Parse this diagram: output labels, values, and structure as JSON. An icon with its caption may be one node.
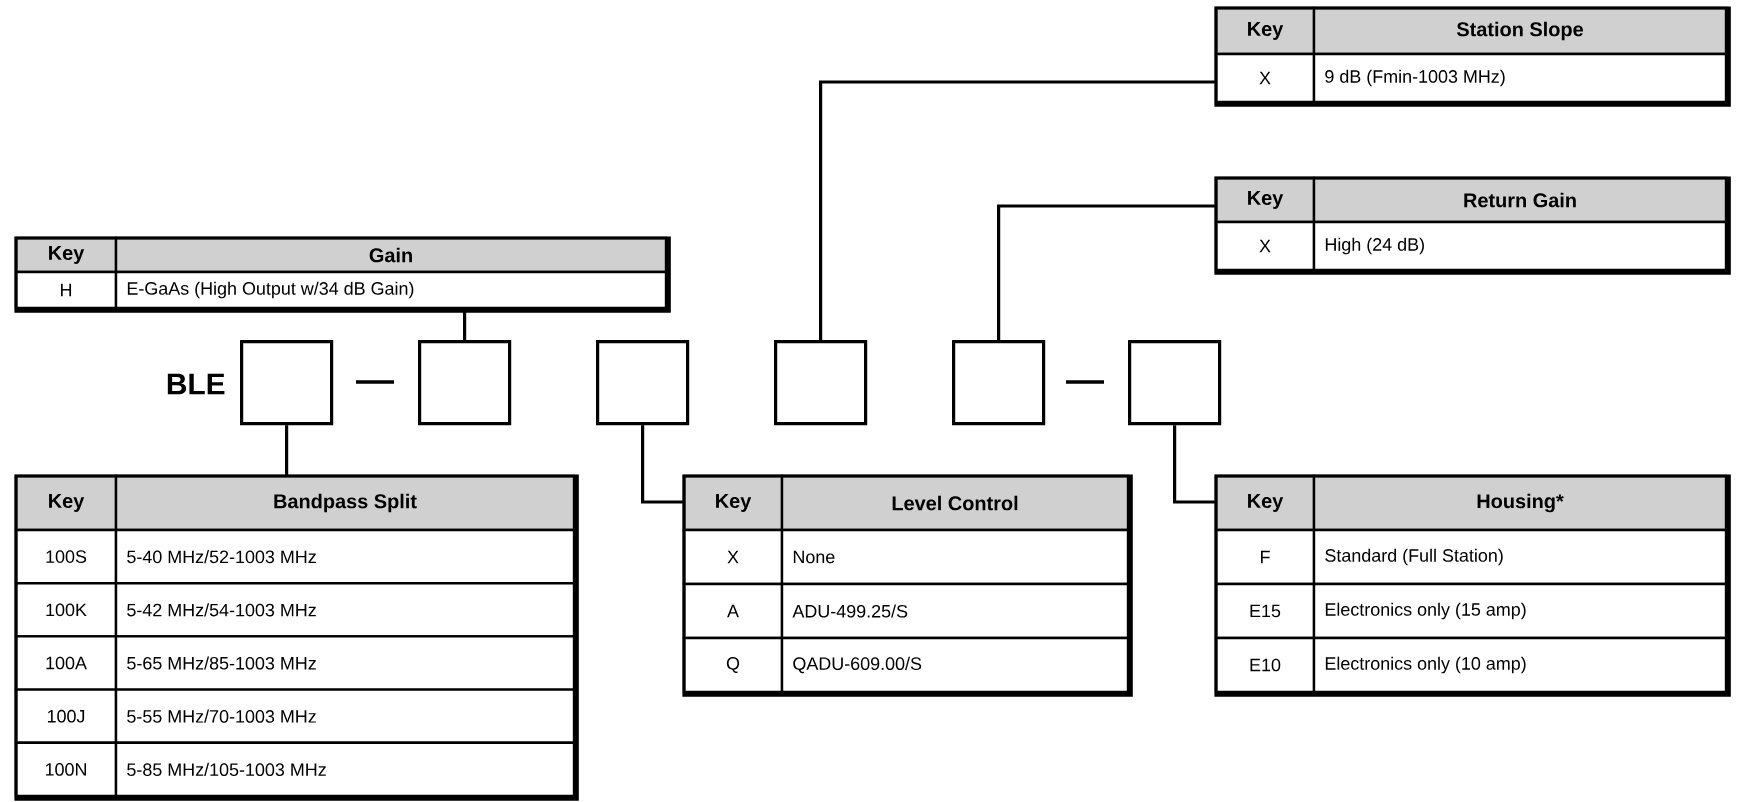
{
  "diagram": {
    "nodes": [
      {
        "text": [
          "Key",
          "Station Slope",
          "X",
          "9 dB (Fmin-1003 MHz)"
        ]
      },
      {
        "text": [
          "Key",
          "Gain",
          "H",
          "E-GaAs (High Output w/34 dB Gain)"
        ]
      },
      {
        "text": [
          "Key",
          "Return Gain",
          "X",
          "High (24 dB)"
        ]
      },
      {
        "text": [],
        "shape": "box"
      },
      {
        "text": [],
        "shape": "box"
      },
      {
        "text": [],
        "shape": "box"
      },
      {
        "text": [],
        "shape": "box"
      },
      {
        "text": [],
        "shape": "box"
      },
      {
        "text": [],
        "shape": "box"
      },
      {
        "text": [
          "Key",
          "Bandpass Split",
          "100S",
          "5-40 MHz/52-1003 MHz",
          "100K",
          "5-42 MHz/54-1003 MHz",
          "100A",
          "5-65 MHz/85-1003 MHz",
          "100J",
          "5-55 MHz/70-1003 MHz",
          "100N",
          "5-85 MHz/105-1003 MHz"
        ]
      },
      {
        "text": [
          "Key",
          "Level Control",
          "X",
          "None",
          "A",
          "ADU-499.25/S",
          "Q",
          "QADU-609.00/S"
        ]
      },
      {
        "text": [
          "Key",
          "Housing*",
          "F",
          "Standard (Full Station)",
          "E15",
          "Electronics only (15 amp)",
          "E10",
          "Electronics only (10 amp)"
        ]
      }
    ],
    "edges": [
      {
        "from": 3,
        "to": 9,
        "arrow": "none"
      },
      {
        "from": 4,
        "to": 1,
        "arrow": "none"
      },
      {
        "from": 5,
        "to": 10,
        "arrow": "none"
      },
      {
        "from": 6,
        "to": 0,
        "arrow": "none"
      },
      {
        "from": 7,
        "to": 2,
        "arrow": "none"
      },
      {
        "from": 8,
        "to": 11,
        "arrow": "none"
      }
    ],
    "labels": [
      "BLE"
    ]
  }
}
